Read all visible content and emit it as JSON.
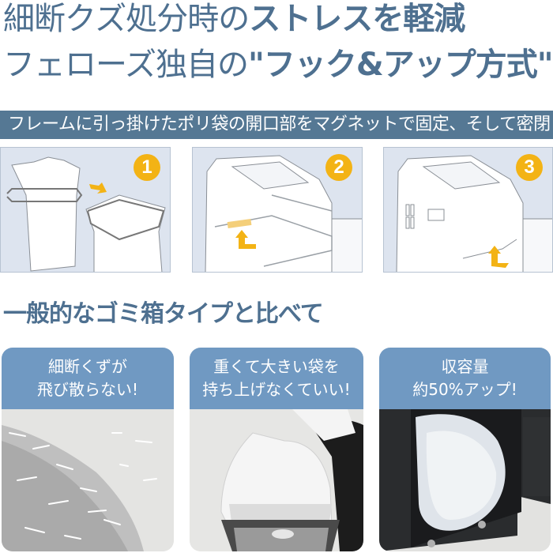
{
  "headline": {
    "line1_light": "細断クズ処分時の",
    "line1_bold": "ストレスを軽減",
    "line2_light": "フェローズ独自の",
    "line2_bold": "\"フック&アップ方式\""
  },
  "banner": {
    "text": "フレームに引っ掛けたポリ袋の開口部をマグネットで固定、そして密閉"
  },
  "steps": [
    {
      "number": "1",
      "illustration": "bag-on-frame-into-bin"
    },
    {
      "number": "2",
      "illustration": "shredder-hook-frame"
    },
    {
      "number": "3",
      "illustration": "shredder-lift-frame"
    }
  ],
  "comparison": {
    "title": "一般的なゴミ箱タイプと比べて",
    "cards": [
      {
        "line1": "細断くずが",
        "line2": "飛び散らない!",
        "photo": "scattered-shreds"
      },
      {
        "line1": "重くて大きい袋を",
        "line2": "持ち上げなくていい!",
        "photo": "person-lifting-bag"
      },
      {
        "line1": "収容量",
        "line2": "約50%アップ!",
        "photo": "full-bag-in-shredder"
      }
    ]
  },
  "colors": {
    "text_blue": "#4e7090",
    "banner_bg": "#557894",
    "panel_bg": "#dde4ef",
    "badge_yellow": "#f3b315",
    "card_head_bg": "#7099c2"
  }
}
